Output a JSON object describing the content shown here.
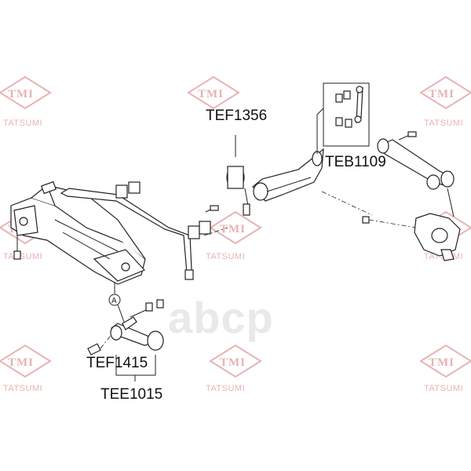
{
  "watermark": {
    "logo_text": "TMI",
    "brand_text": "TATSUMI"
  },
  "center_brand": "аbср",
  "callouts": {
    "tef1356": "TEF1356",
    "teb1109": "TEB1109",
    "tef1415": "TEF1415",
    "tee1015": "TEE1015"
  },
  "marker_letter": "A"
}
